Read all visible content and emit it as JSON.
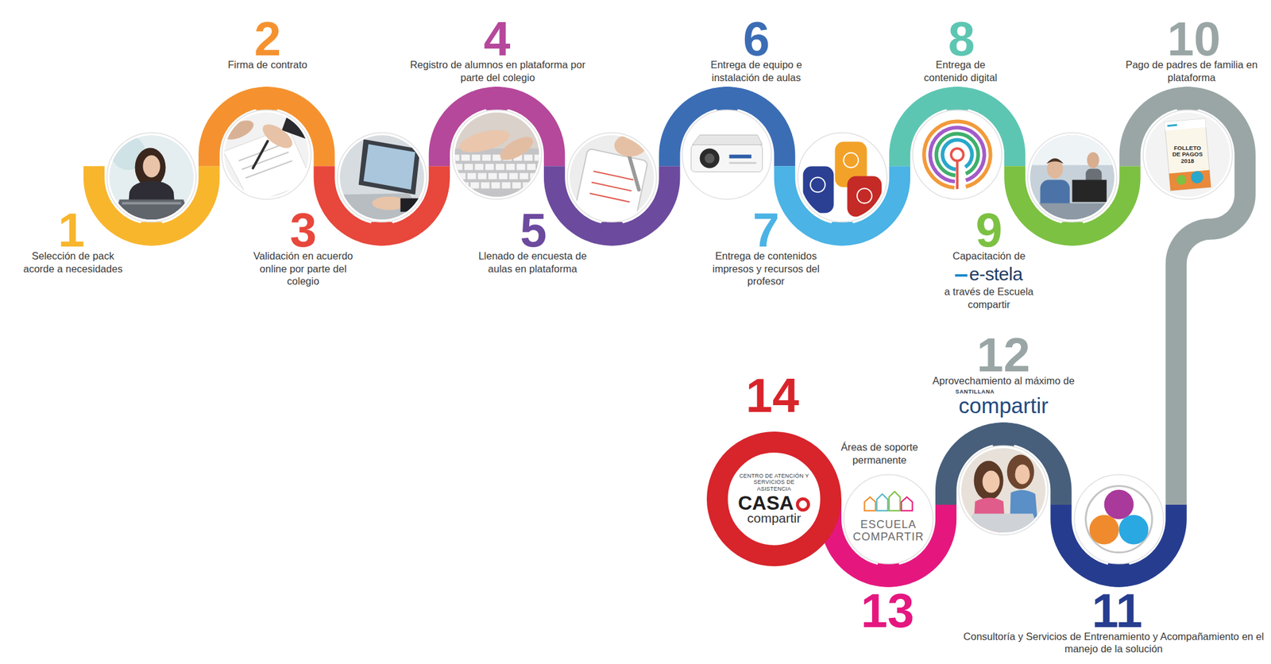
{
  "diagram": {
    "nodes": [
      {
        "text": [
          "1",
          "Selección de pack acorde a necesidades"
        ]
      },
      {
        "text": [
          "2",
          "Firma de contrato"
        ]
      },
      {
        "text": [
          "3",
          "Validación en acuerdo online por parte del colegio"
        ]
      },
      {
        "text": [
          "4",
          "Registro de alumnos en plataforma por parte del colegio"
        ]
      },
      {
        "text": [
          "5",
          "Llenado de encuesta de aulas en plataforma"
        ]
      },
      {
        "text": [
          "6",
          "Entrega de equipo e instalación de aulas"
        ]
      },
      {
        "text": [
          "7",
          "Entrega de contenidos impresos y recursos del profesor"
        ]
      },
      {
        "text": [
          "8",
          "Entrega de contenido digital"
        ]
      },
      {
        "text": [
          "9",
          "Capacitación de",
          "e-stela",
          "a través de Escuela compartir"
        ]
      },
      {
        "text": [
          "10",
          "Pago de padres de familia en plataforma",
          "FOLLETO DE PAGOS 2018"
        ]
      },
      {
        "text": [
          "11",
          "Consultoría y Servicios de Entrenamiento y Acompañamiento en el manejo de la solución"
        ]
      },
      {
        "text": [
          "12",
          "Aprovechamiento al máximo de",
          "SANTILLANA",
          "compartir"
        ]
      },
      {
        "text": [
          "13",
          "Áreas de soporte permanente",
          "ESCUELA COMPARTIR"
        ]
      },
      {
        "text": [
          "14",
          "CENTRO DE ATENCIÓN Y SERVICIOS DE ASISTENCIA",
          "CASA",
          "compartir"
        ]
      }
    ],
    "edges": [
      {
        "from": 0,
        "to": 1,
        "arrow": "none"
      },
      {
        "from": 1,
        "to": 2,
        "arrow": "none"
      },
      {
        "from": 2,
        "to": 3,
        "arrow": "none"
      },
      {
        "from": 3,
        "to": 4,
        "arrow": "none"
      },
      {
        "from": 4,
        "to": 5,
        "arrow": "none"
      },
      {
        "from": 5,
        "to": 6,
        "arrow": "none"
      },
      {
        "from": 6,
        "to": 7,
        "arrow": "none"
      },
      {
        "from": 7,
        "to": 8,
        "arrow": "none"
      },
      {
        "from": 8,
        "to": 9,
        "arrow": "none"
      },
      {
        "from": 9,
        "to": 10,
        "arrow": "none"
      },
      {
        "from": 10,
        "to": 11,
        "arrow": "none"
      },
      {
        "from": 11,
        "to": 12,
        "arrow": "none"
      },
      {
        "from": 12,
        "to": 13,
        "arrow": "none"
      }
    ]
  }
}
